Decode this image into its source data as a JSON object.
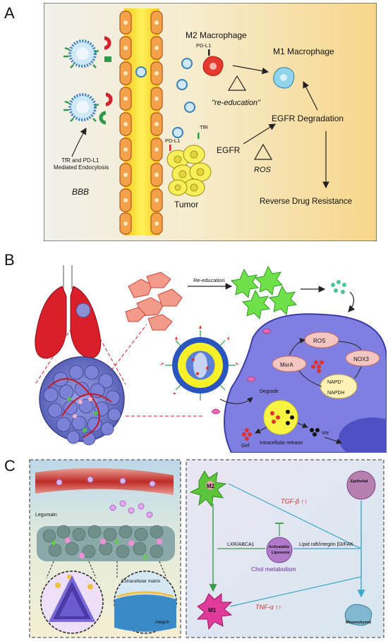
{
  "panel_a": {
    "letter": "A",
    "m2_label": "M2 Macrophage",
    "pdl1_small": "PD-L1",
    "m1_label": "M1 Macrophage",
    "reeducation": "\"re-education\"",
    "endocytosis_line1": "TfR  and PD-L1",
    "endocytosis_line2": "Mediated Endocytosis",
    "bbb": "BBB",
    "tfr": "TfR",
    "pdl1_tumor": "PD-L1",
    "egfr": "EGFR",
    "egfr_degradation": "EGFR Degradation",
    "ros": "ROS",
    "tumor": "Tumor",
    "reverse": "Reverse Drug Resistance"
  },
  "panel_b": {
    "letter": "B",
    "reeducation": "Re-education",
    "ros": "ROS",
    "nox3": "NOX3",
    "msra": "MsrA",
    "napd_plus": "NAPD⁺",
    "napdh": "NAPDH",
    "degrade": "Degrade",
    "gef": "Gef",
    "vor": "Vor",
    "intracellular": "Intracellular release"
  },
  "panel_c": {
    "letter": "C",
    "legumain": "Legumain",
    "ecm": "Extracellular matrix",
    "integrin": "Integrin",
    "m2": "M2",
    "m1": "M1",
    "tgf": "TGF-β ↑↑",
    "tnf": "TNF-α ↑↑",
    "epithelial": "Epithelial",
    "mesenchymal": "Mesenchymal",
    "liposome_line1": "Activatable",
    "liposome_line2": "Liposome",
    "lxr": "LXR/ABCA1",
    "lipid_raft": "Lipid raft/integrin β3/FAK",
    "chol": "Chol metabolism"
  }
}
